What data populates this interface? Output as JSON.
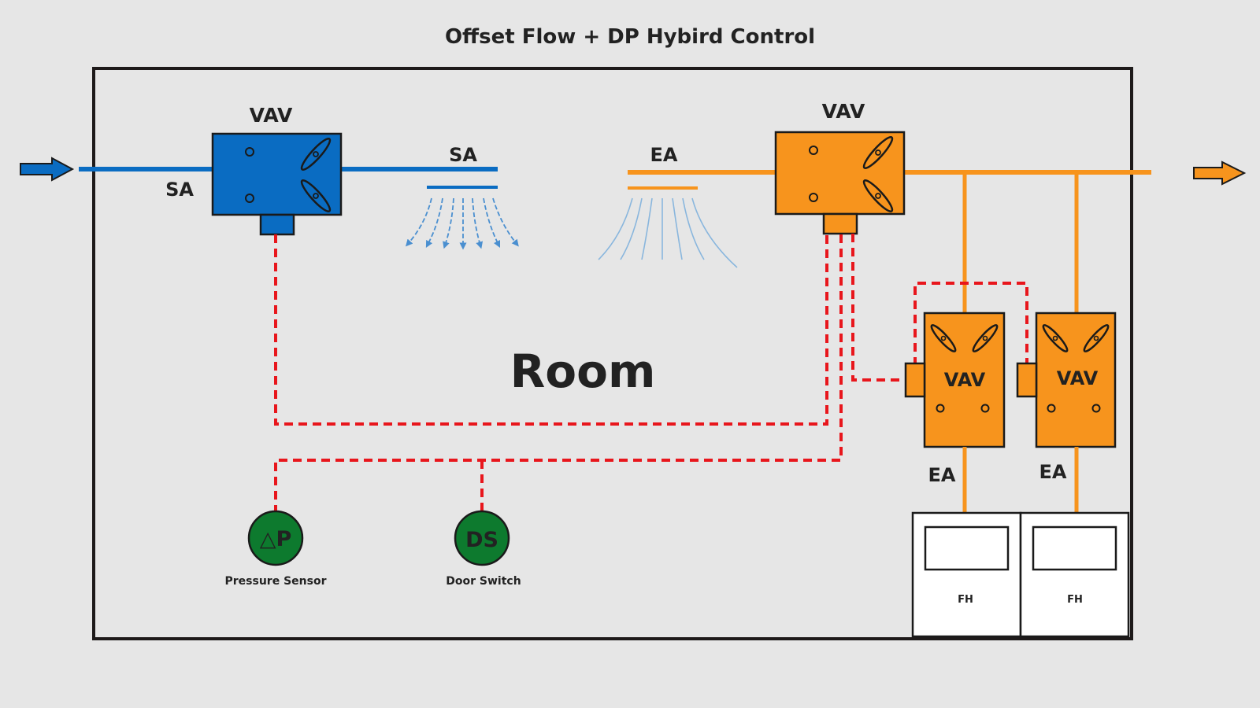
{
  "title": "Offset Flow + DP Hybird Control",
  "room_label": "Room",
  "supply": {
    "vav_label": "VAV",
    "duct_label": "SA",
    "diffuser_label": "SA"
  },
  "exhaust": {
    "vav_label": "VAV",
    "grille_label": "EA"
  },
  "hood_units": [
    {
      "vav_label": "VAV",
      "duct_label": "EA",
      "hood_label": "FH"
    },
    {
      "vav_label": "VAV",
      "duct_label": "EA",
      "hood_label": "FH"
    }
  ],
  "sensors": [
    {
      "symbol": "△P",
      "caption": "Pressure Sensor"
    },
    {
      "symbol": "DS",
      "caption": "Door Switch"
    }
  ],
  "colors": {
    "supply": "#0a6cc2",
    "exhaust": "#f7941d",
    "control": "#e8161c",
    "sensor": "#0d7a2e",
    "background": "#e6e6e6"
  }
}
